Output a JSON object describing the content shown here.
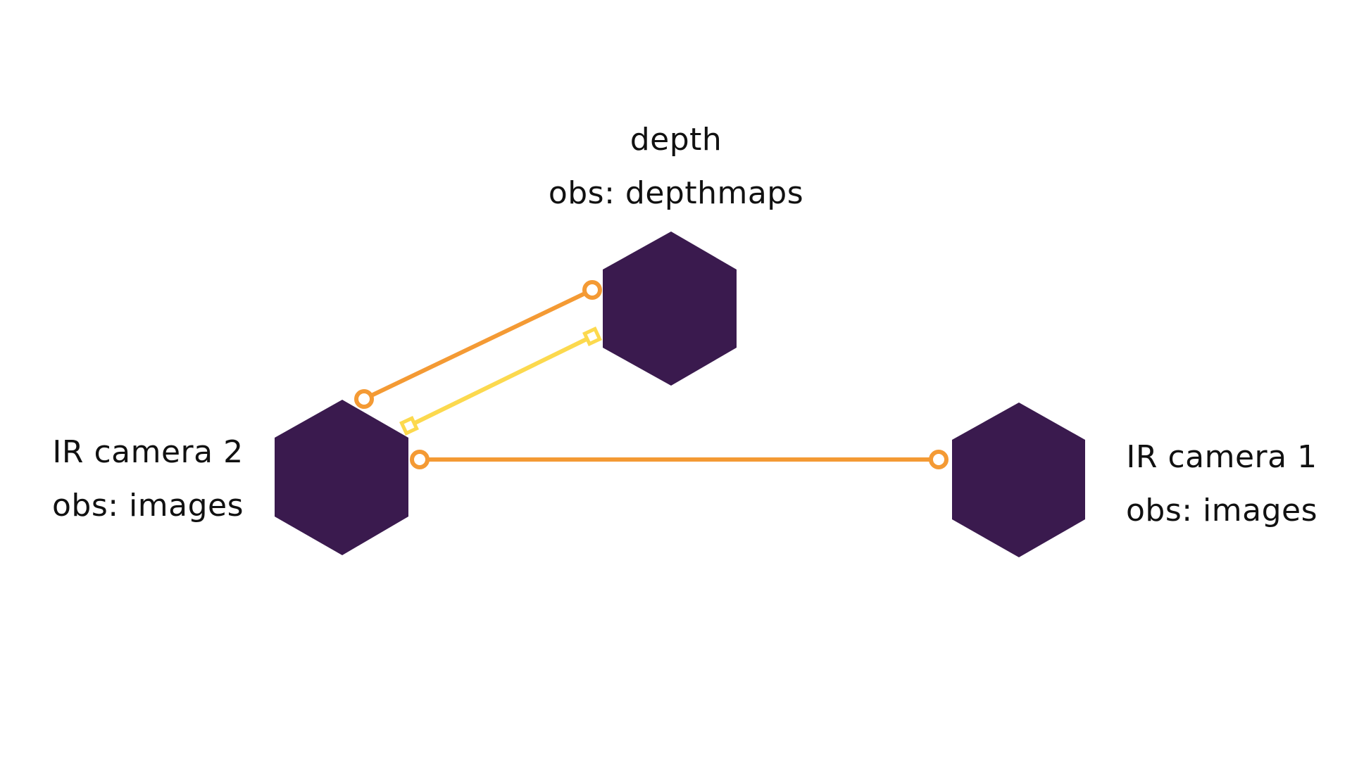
{
  "nodes": [
    {
      "id": "depth",
      "name": "depth",
      "obs": "obs: depthmaps"
    },
    {
      "id": "cam2",
      "name": "IR camera 2",
      "obs": "obs: images"
    },
    {
      "id": "cam1",
      "name": "IR camera 1",
      "obs": "obs: images"
    }
  ],
  "colors": {
    "hexagon": "#3a1a4e",
    "link_primary": "#f49a34",
    "link_secondary": "#fcd94e",
    "text": "#111111",
    "background": "#ffffff"
  },
  "links": [
    {
      "from": "cam2",
      "to": "depth",
      "style": "circle-ends",
      "color": "link_primary"
    },
    {
      "from": "cam2",
      "to": "depth",
      "style": "diamond-ends",
      "color": "link_secondary"
    },
    {
      "from": "cam2",
      "to": "cam1",
      "style": "circle-ends",
      "color": "link_primary"
    }
  ]
}
